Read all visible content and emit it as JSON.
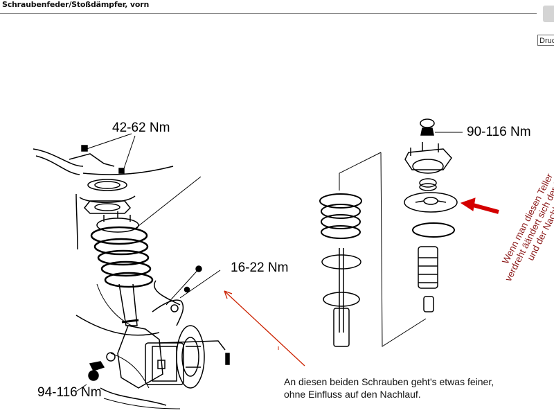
{
  "header": {
    "title": "Schraubenfeder/Stoßdämpfer, vorn",
    "print_button_label": "Druck"
  },
  "diagram": {
    "torque_labels": {
      "top_mount_nuts": "42-62 Nm",
      "brake_line_bolt": "16-22 Nm",
      "knuckle_bolt": "94-116 Nm",
      "piston_rod_nut": "90-116 Nm"
    },
    "annotations": {
      "camber_note": "Wenn man diesen Teller verdreht äändert sich der Sturz und der Nachlauf",
      "bolts_note_line1": "An diesen beiden Schrauben geht's etwas feiner,",
      "bolts_note_line2": "ohne Einfluss auf den Nachlauf."
    },
    "colors": {
      "annotation_red": "#cc2200",
      "arrow_red": "#d40000",
      "note_text_red": "#8b1a1a"
    }
  }
}
